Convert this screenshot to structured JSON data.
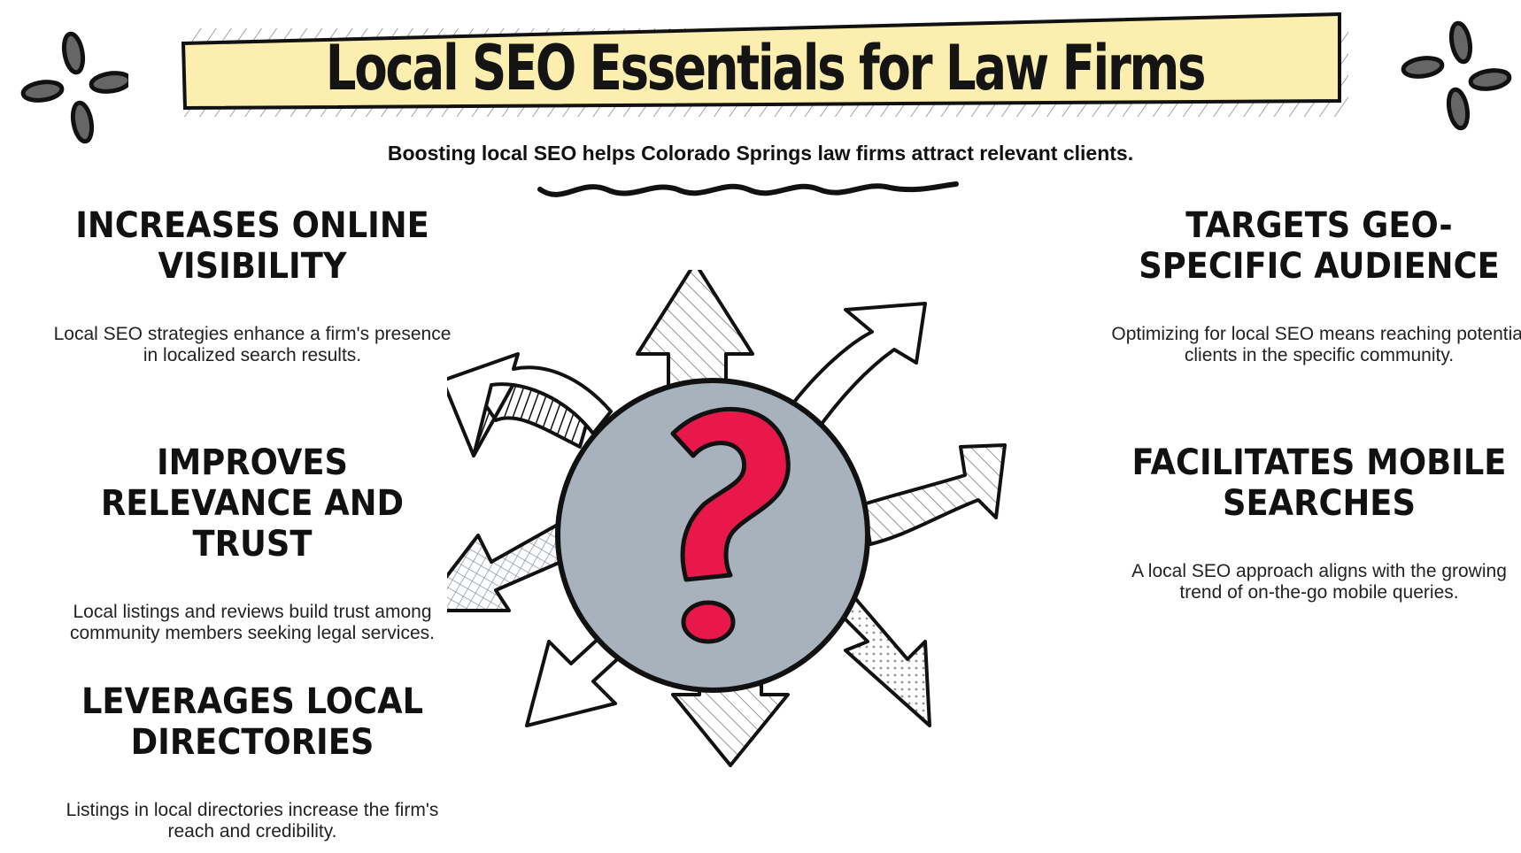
{
  "title": "Local SEO Essentials for Law Firms",
  "subtitle": "Boosting local SEO helps Colorado Springs law firms attract relevant clients.",
  "colors": {
    "banner_fill": "#fbeeae",
    "circle_fill": "#a8b2bd",
    "question_mark": "#e8194a",
    "ink": "#141414"
  },
  "center_icon": "question-mark-icon",
  "benefits_left": [
    {
      "heading": "Increases Online Visibility",
      "description": "Local SEO strategies enhance a firm's presence in localized search results."
    },
    {
      "heading": "Improves Relevance and Trust",
      "description": "Local listings and reviews build trust among community members seeking legal services."
    },
    {
      "heading": "Leverages Local Directories",
      "description": "Listings in local directories increase the firm's reach and credibility."
    }
  ],
  "benefits_right": [
    {
      "heading": "Targets Geo-Specific Audience",
      "description": "Optimizing for local SEO means reaching potential clients in the specific community."
    },
    {
      "heading": "Facilitates Mobile Searches",
      "description": "A local SEO approach aligns with the growing trend of on-the-go mobile queries."
    }
  ]
}
